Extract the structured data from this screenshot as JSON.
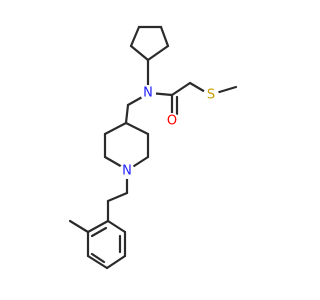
{
  "molecule": {
    "colors": {
      "bond": "#2b2b2b",
      "N": "#2020ff",
      "O": "#ff0000",
      "S": "#c8a000"
    },
    "atoms": [
      {
        "id": "N_amide",
        "element": "N",
        "label": "N"
      },
      {
        "id": "O",
        "element": "O",
        "label": "O"
      },
      {
        "id": "S",
        "element": "S",
        "label": "S"
      },
      {
        "id": "N_ring",
        "element": "N",
        "label": "N"
      }
    ]
  }
}
